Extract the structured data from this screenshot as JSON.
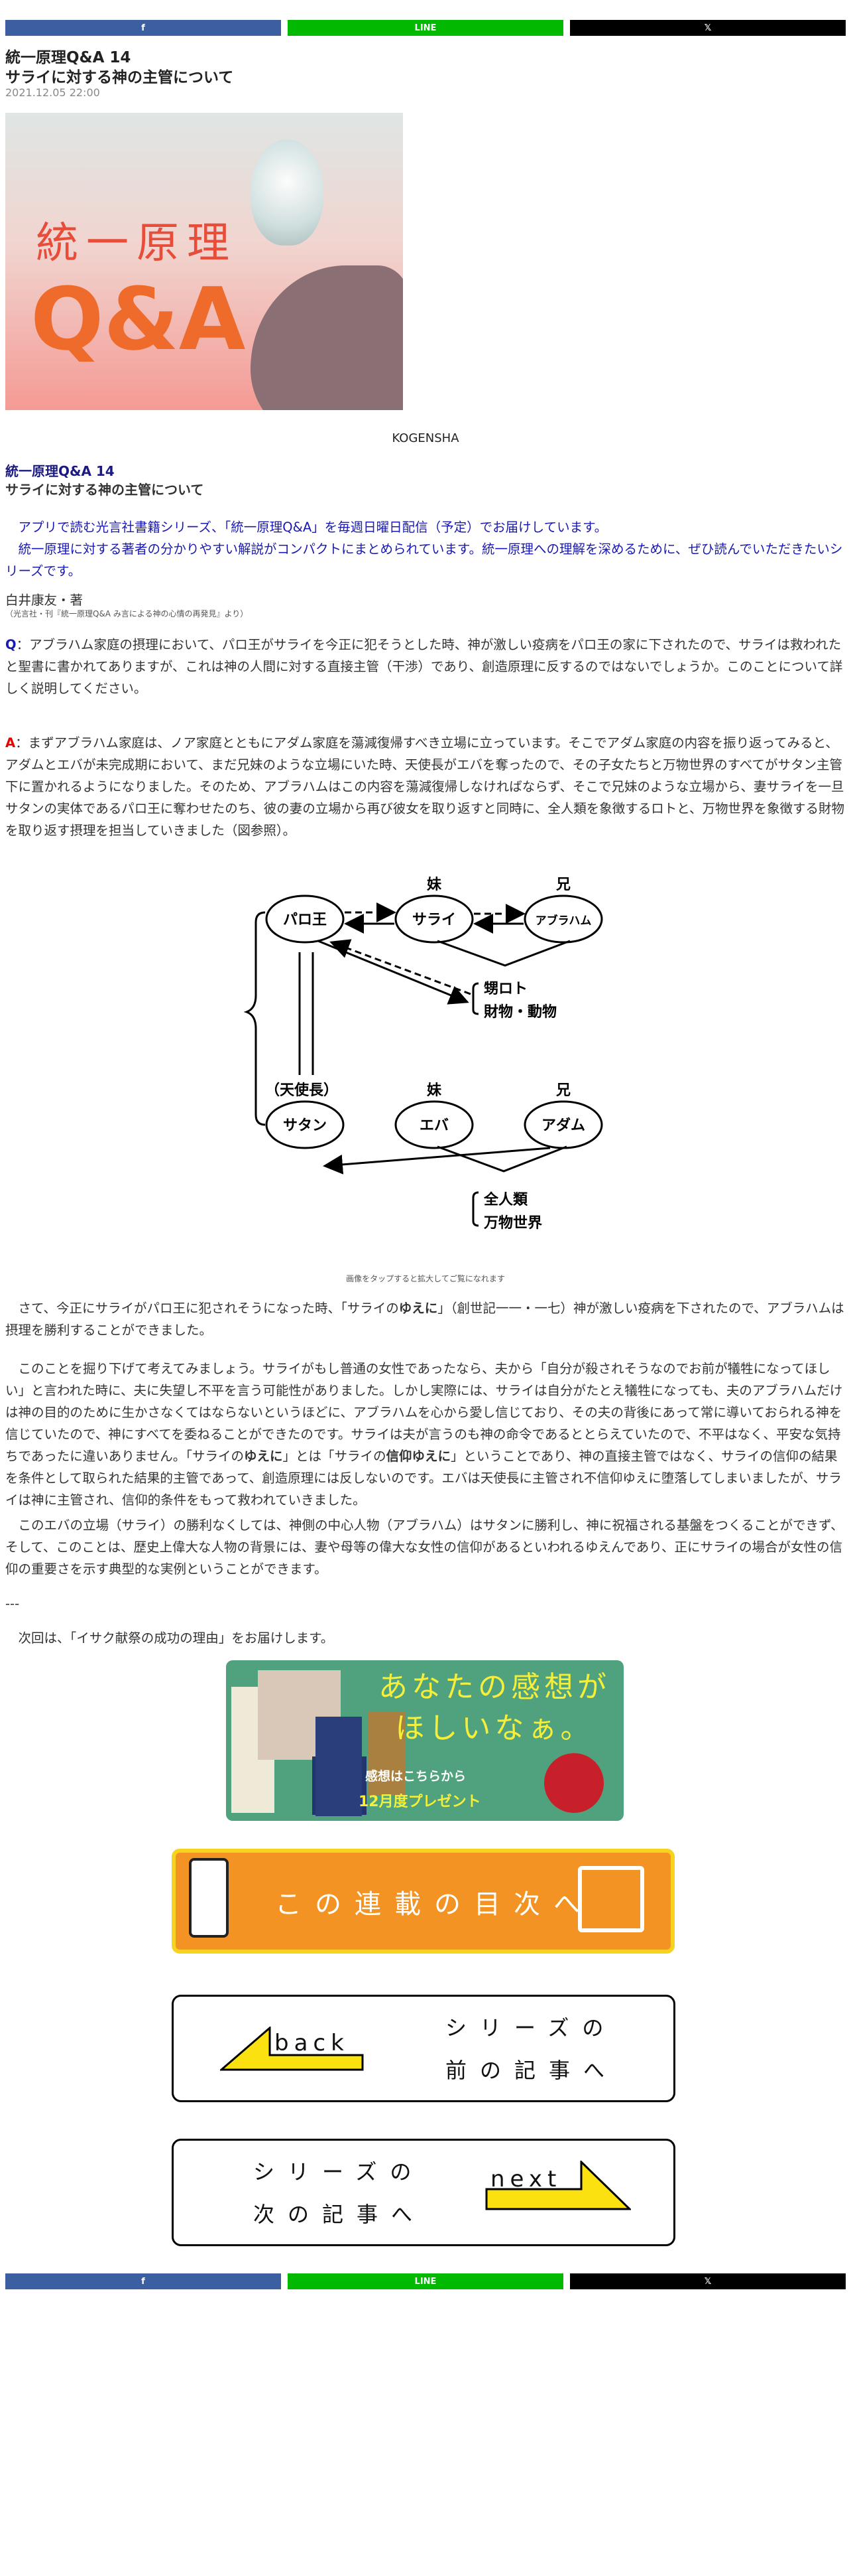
{
  "share": {
    "facebook": "f",
    "line": "LINE",
    "x": "𝕏"
  },
  "header": {
    "title_line1": "統一原理Q&A 14",
    "title_line2": "サライに対する神の主管について",
    "date": "2021.12.05 22:00"
  },
  "hero": {
    "text1": "統一原理",
    "text2": "Q&A"
  },
  "credit": "KOGENSHA",
  "article": {
    "series_title": "統一原理Q&A 14",
    "subtitle": "サライに対する神の主管について",
    "intro1": "　アプリで読む光言社書籍シリーズ、「統一原理Q&A」を毎週日曜日配信（予定）でお届けしています。",
    "intro2": "　統一原理に対する著者の分かりやすい解説がコンパクトにまとめられています。統一原理への理解を深めるために、ぜひ読んでいただきたいシリーズです。",
    "author": "白井康友・著",
    "source": "（光言社・刊『統一原理Q&A み言による神の心情の再発見』より）",
    "q_label": "Q",
    "q_text": "：アブラハム家庭の摂理において、パロ王がサライを今正に犯そうとした時、神が激しい疫病をパロ王の家に下されたので、サライは救われたと聖書に書かれてありますが、これは神の人間に対する直接主管（干渉）であり、創造原理に反するのではないでしょうか。このことについて詳しく説明してください。",
    "a_label": "A",
    "a_text": "：まずアブラハム家庭は、ノア家庭とともにアダム家庭を蕩減復帰すべき立場に立っています。そこでアダム家庭の内容を振り返ってみると、アダムとエバが未完成期において、まだ兄妹のような立場にいた時、天使長がエバを奪ったので、その子女たちと万物世界のすべてがサタン主管下に置かれるようになりました。そのため、アブラハムはこの内容を蕩減復帰しなければならず、そこで兄妹のような立場から、妻サライを一旦サタンの実体であるパロ王に奪わせたのち、彼の妻の立場から再び彼女を取り返すと同時に、全人類を象徴するロトと、万物世界を象徴する財物を取り返す摂理を担当していきました（図参照）。",
    "caption": "画像をタップすると拡大してご覧になれます",
    "p1a": "　さて、今正にサライがパロ王に犯されそうになった時、「サライの",
    "p1b": "ゆえに",
    "p1c": "」（創世記一一・一七）神が激しい疫病を下されたので、アブラハムは摂理を勝利することができました。",
    "p2a": "　このことを掘り下げて考えてみましょう。サライがもし普通の女性であったなら、夫から「自分が殺されそうなのでお前が犠牲になってほしい」と言われた時に、夫に失望し不平を言う可能性がありました。しかし実際には、サライは自分がたとえ犠牲になっても、夫のアブラハムだけは神の目的のために生かさなくてはならないというほどに、アブラハムを心から愛し信じており、その夫の背後にあって常に導いておられる神を信じていたので、神にすべてを委ねることができたのです。サライは夫が言うのも神の命令であるととらえていたので、不平はなく、平安な気持ちであったに違いありません。「サライの",
    "p2b": "ゆえに",
    "p2c": "」とは「サライの",
    "p2d": "信仰ゆえに",
    "p2e": "」ということであり、神の直接主管ではなく、サライの信仰の結果を条件として取られた結果的主管であって、創造原理には反しないのです。エバは天使長に主管され不信仰ゆえに堕落してしまいましたが、サライは神に主管され、信仰的条件をもって救われていきました。",
    "p3": "　このエバの立場（サライ）の勝利なくしては、神側の中心人物（アブラハム）はサタンに勝利し、神に祝福される基盤をつくることができず、そして、このことは、歴史上偉大な人物の背景には、妻や母等の偉大な女性の信仰があるといわれるゆえんであり、正にサライの場合が女性の信仰の重要さを示す典型的な実例ということができます。",
    "sep": "---",
    "next_notice": "　次回は、「イサク献祭の成功の理由」をお届けします。"
  },
  "diagram": {
    "paro": "パロ王",
    "sarai": "サライ",
    "abraham": "アブラハム",
    "imouto1": "妹",
    "ani1": "兄",
    "lot": "甥ロト",
    "goods": "財物・動物",
    "tenshi": "（天使長）",
    "satan": "サタン",
    "eva": "エバ",
    "adam": "アダム",
    "imouto2": "妹",
    "ani2": "兄",
    "mankind": "全人類",
    "world": "万物世界"
  },
  "banners": {
    "feedback_title_1": "あなたの感想が",
    "feedback_title_2": "ほしいなぁ。",
    "feedback_sub": "感想はこちらから",
    "feedback_present": "12月度プレゼント",
    "toc": "この連載の目次へ",
    "back_arrow": "back",
    "back_line1": "シリーズの",
    "back_line2": "前の記事へ",
    "next_arrow": "next",
    "next_line1": "シリーズの",
    "next_line2": "次の記事へ"
  }
}
